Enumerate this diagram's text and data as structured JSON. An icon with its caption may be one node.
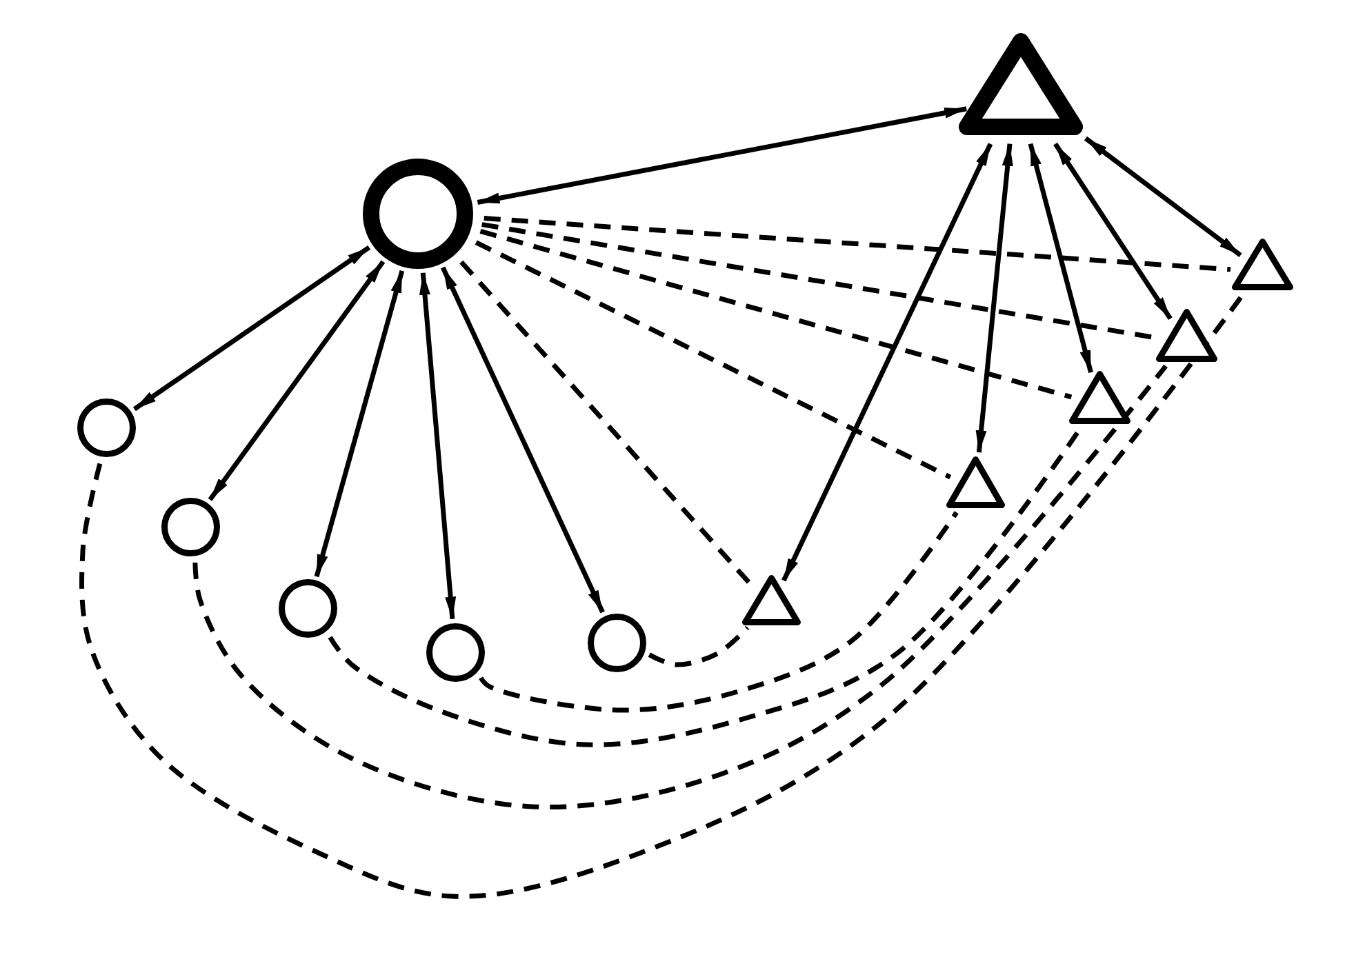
{
  "diagram": {
    "nodes": [
      {
        "text": [],
        "shape": "circle"
      },
      {
        "text": [],
        "shape": "triangle"
      },
      {
        "text": [],
        "shape": "circle"
      },
      {
        "text": [],
        "shape": "circle"
      },
      {
        "text": [],
        "shape": "circle"
      },
      {
        "text": [],
        "shape": "circle"
      },
      {
        "text": [],
        "shape": "circle"
      },
      {
        "text": [],
        "shape": "triangle"
      },
      {
        "text": [],
        "shape": "triangle"
      },
      {
        "text": [],
        "shape": "triangle"
      },
      {
        "text": [],
        "shape": "triangle"
      },
      {
        "text": [],
        "shape": "triangle"
      }
    ],
    "edges": [
      {
        "from": 0,
        "to": 1,
        "arrow": "both"
      },
      {
        "from": 0,
        "to": 2,
        "arrow": "both"
      },
      {
        "from": 0,
        "to": 3,
        "arrow": "both"
      },
      {
        "from": 0,
        "to": 4,
        "arrow": "both"
      },
      {
        "from": 0,
        "to": 5,
        "arrow": "both"
      },
      {
        "from": 0,
        "to": 6,
        "arrow": "both"
      },
      {
        "from": 1,
        "to": 7,
        "arrow": "both"
      },
      {
        "from": 1,
        "to": 8,
        "arrow": "both"
      },
      {
        "from": 1,
        "to": 9,
        "arrow": "both"
      },
      {
        "from": 1,
        "to": 10,
        "arrow": "both"
      },
      {
        "from": 1,
        "to": 11,
        "arrow": "both"
      },
      {
        "from": 0,
        "to": 7,
        "arrow": "none",
        "style": "dashed"
      },
      {
        "from": 0,
        "to": 8,
        "arrow": "none",
        "style": "dashed"
      },
      {
        "from": 0,
        "to": 9,
        "arrow": "none",
        "style": "dashed"
      },
      {
        "from": 0,
        "to": 10,
        "arrow": "none",
        "style": "dashed"
      },
      {
        "from": 0,
        "to": 11,
        "arrow": "none",
        "style": "dashed"
      },
      {
        "from": 6,
        "to": 7,
        "arrow": "none",
        "style": "dashed"
      },
      {
        "from": 5,
        "to": 8,
        "arrow": "none",
        "style": "dashed"
      },
      {
        "from": 4,
        "to": 9,
        "arrow": "none",
        "style": "dashed"
      },
      {
        "from": 3,
        "to": 10,
        "arrow": "none",
        "style": "dashed"
      },
      {
        "from": 2,
        "to": 11,
        "arrow": "none",
        "style": "dashed"
      }
    ]
  }
}
